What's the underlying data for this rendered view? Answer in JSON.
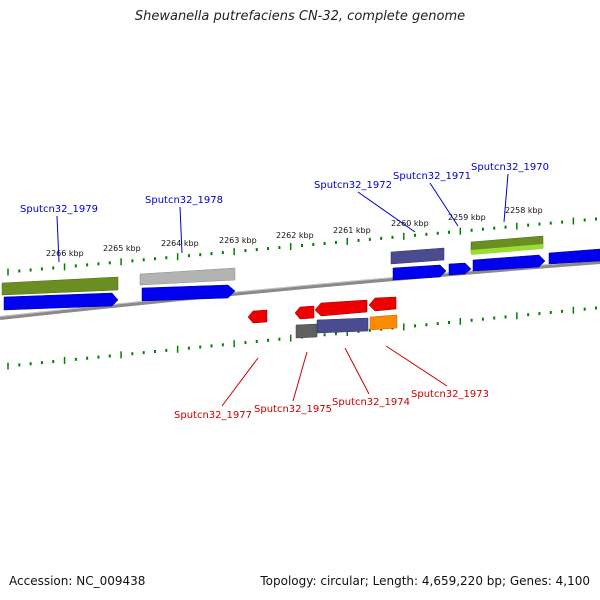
{
  "title": "Shewanella putrefaciens CN-32, complete genome",
  "footer": {
    "accession": "Accession: NC_009438",
    "summary": "Topology: circular; Length: 4,659,220 bp; Genes: 4,100"
  },
  "colors": {
    "forward_label": "#0000cc",
    "reverse_label": "#cc0000",
    "tick": "#008000",
    "backbone": "#808080",
    "cds_blue": "#0000ee",
    "cds_red": "#ee0000",
    "olive": "#6b8e23",
    "gray": "#b0b0b0",
    "slate": "#4b4b8f",
    "orange": "#ff8c00",
    "dark_gray": "#606060"
  },
  "scale_labels": [
    "2266 kbp",
    "2265 kbp",
    "2264 kbp",
    "2263 kbp",
    "2262 kbp",
    "2261 kbp",
    "2260 kbp",
    "2259 kbp",
    "2258 kbp"
  ],
  "forward_genes": [
    "Sputcn32_1979",
    "Sputcn32_1978",
    "Sputcn32_1972",
    "Sputcn32_1971",
    "Sputcn32_1970"
  ],
  "reverse_genes": [
    "Sputcn32_1977",
    "Sputcn32_1975",
    "Sputcn32_1974",
    "Sputcn32_1973"
  ]
}
